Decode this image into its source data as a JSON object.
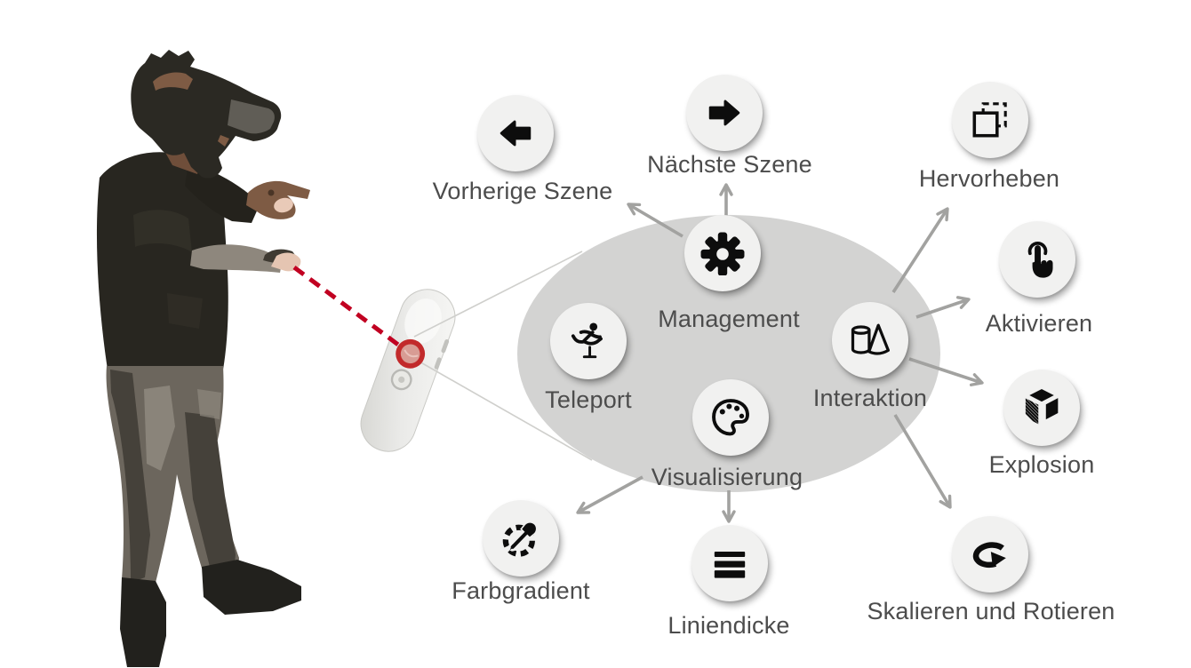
{
  "diagram": {
    "nodes": {
      "vorherige_szene": {
        "label": "Vorherige Szene",
        "icon": "arrow-left-icon"
      },
      "naechste_szene": {
        "label": "Nächste Szene",
        "icon": "arrow-right-icon"
      },
      "management": {
        "label": "Management",
        "icon": "gear-icon"
      },
      "teleport": {
        "label": "Teleport",
        "icon": "hurdle-runner-icon"
      },
      "visualisierung": {
        "label": "Visualisierung",
        "icon": "palette-icon"
      },
      "interaktion": {
        "label": "Interaktion",
        "icon": "3d-shapes-icon"
      },
      "hervorheben": {
        "label": "Hervorheben",
        "icon": "duplicate-square-icon"
      },
      "aktivieren": {
        "label": "Aktivieren",
        "icon": "press-finger-icon"
      },
      "explosion": {
        "label": "Explosion",
        "icon": "exploded-cube-icon"
      },
      "skalieren_rotieren": {
        "label": "Skalieren und Rotieren",
        "icon": "rotate-loop-icon"
      },
      "farbgradient": {
        "label": "Farbgradient",
        "icon": "color-picker-icon"
      },
      "liniendicke": {
        "label": "Liniendicke",
        "icon": "line-thickness-icon"
      }
    },
    "colors": {
      "ellipse": "#d3d3d2",
      "node_background": "#f1f1f0",
      "icon": "#0d0d0d",
      "label_text": "#4c4c4c",
      "arrow": "#a2a2a0",
      "callout_line": "#cfcfcc",
      "laser_red": "#c10021",
      "touchpad_ring_red": "#c22a2b"
    },
    "illustration": {
      "person": "vr-user-with-headset",
      "controller": "vr-remote-controller",
      "laser": "red-dashed-laser-line",
      "touchpad_highlight": "red-ring-on-touchpad"
    }
  }
}
